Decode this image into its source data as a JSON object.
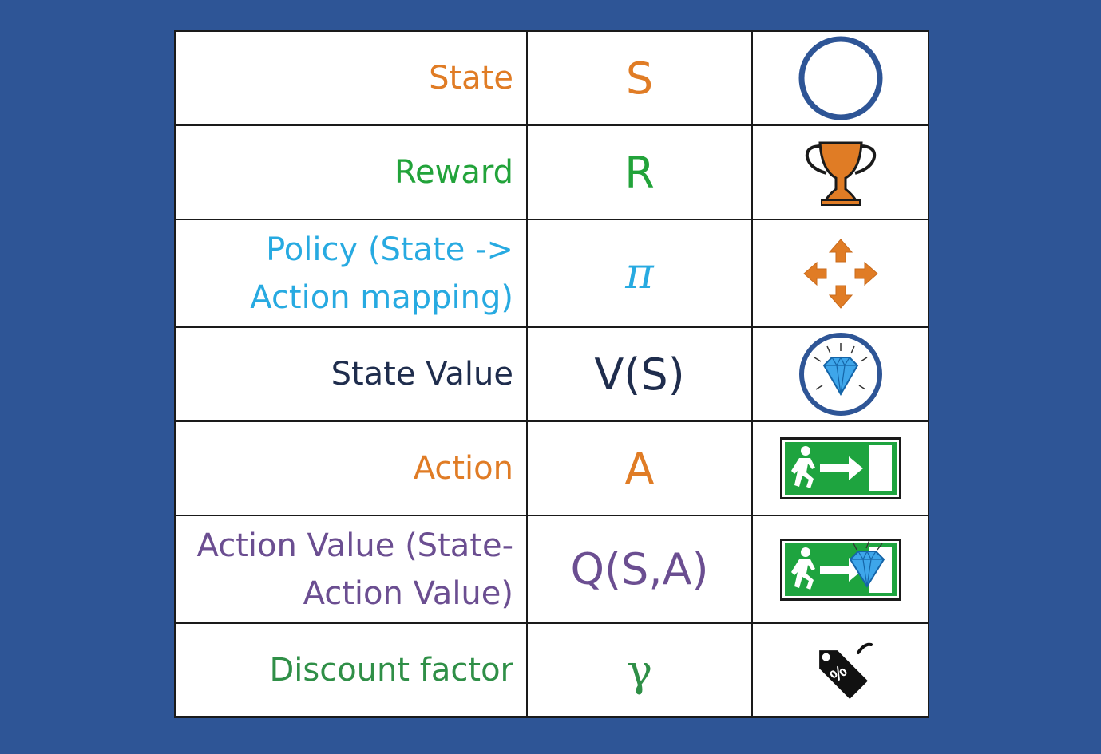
{
  "colors": {
    "background": "#2e5596",
    "state": "#e07c25",
    "reward": "#22a33a",
    "policy": "#27aae1",
    "state_value": "#1f2d4d",
    "action": "#e07c25",
    "action_value": "#6b4e91",
    "discount": "#2f8f47"
  },
  "rows": [
    {
      "term": "State",
      "symbol": "S",
      "icon": "circle-icon",
      "color": "#e07c25"
    },
    {
      "term": "Reward",
      "symbol": "R",
      "icon": "trophy-icon",
      "color": "#22a33a"
    },
    {
      "term": "Policy (State -> Action mapping)",
      "symbol": "π",
      "icon": "four-arrows-icon",
      "color": "#27aae1"
    },
    {
      "term": "State Value",
      "symbol": "V(S)",
      "icon": "diamond-in-circle-icon",
      "color": "#1f2d4d"
    },
    {
      "term": "Action",
      "symbol": "A",
      "icon": "exit-sign-icon",
      "color": "#e07c25"
    },
    {
      "term": "Action Value (State-Action Value)",
      "symbol": "Q(S,A)",
      "icon": "exit-sign-diamond-icon",
      "color": "#6b4e91"
    },
    {
      "term": "Discount factor",
      "symbol": "γ",
      "icon": "discount-tag-icon",
      "color": "#2f8f47"
    }
  ]
}
